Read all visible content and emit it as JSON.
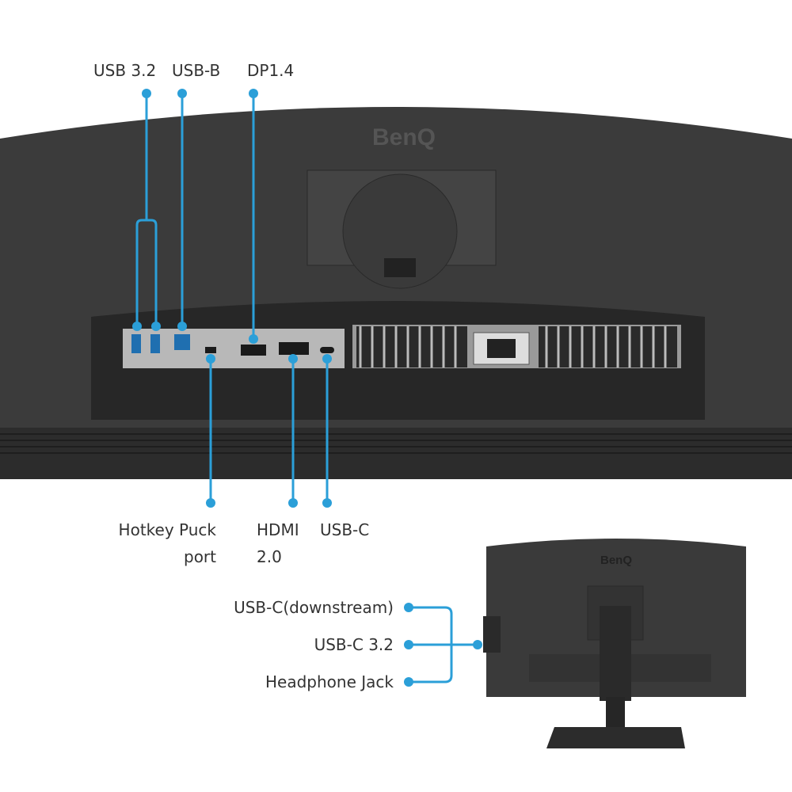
{
  "brand": "BenQ",
  "accent_color": "#2b9fd8",
  "top_labels": [
    "USB 3.2",
    "USB-B",
    "DP1.4"
  ],
  "bottom_labels": {
    "hotkey_line1": "Hotkey Puck",
    "hotkey_line2": "port",
    "hdmi_line1": "HDMI",
    "hdmi_line2": "2.0",
    "usbc": "USB-C"
  },
  "side_labels": [
    "USB-C(downstream)",
    "USB-C 3.2",
    "Headphone Jack"
  ]
}
